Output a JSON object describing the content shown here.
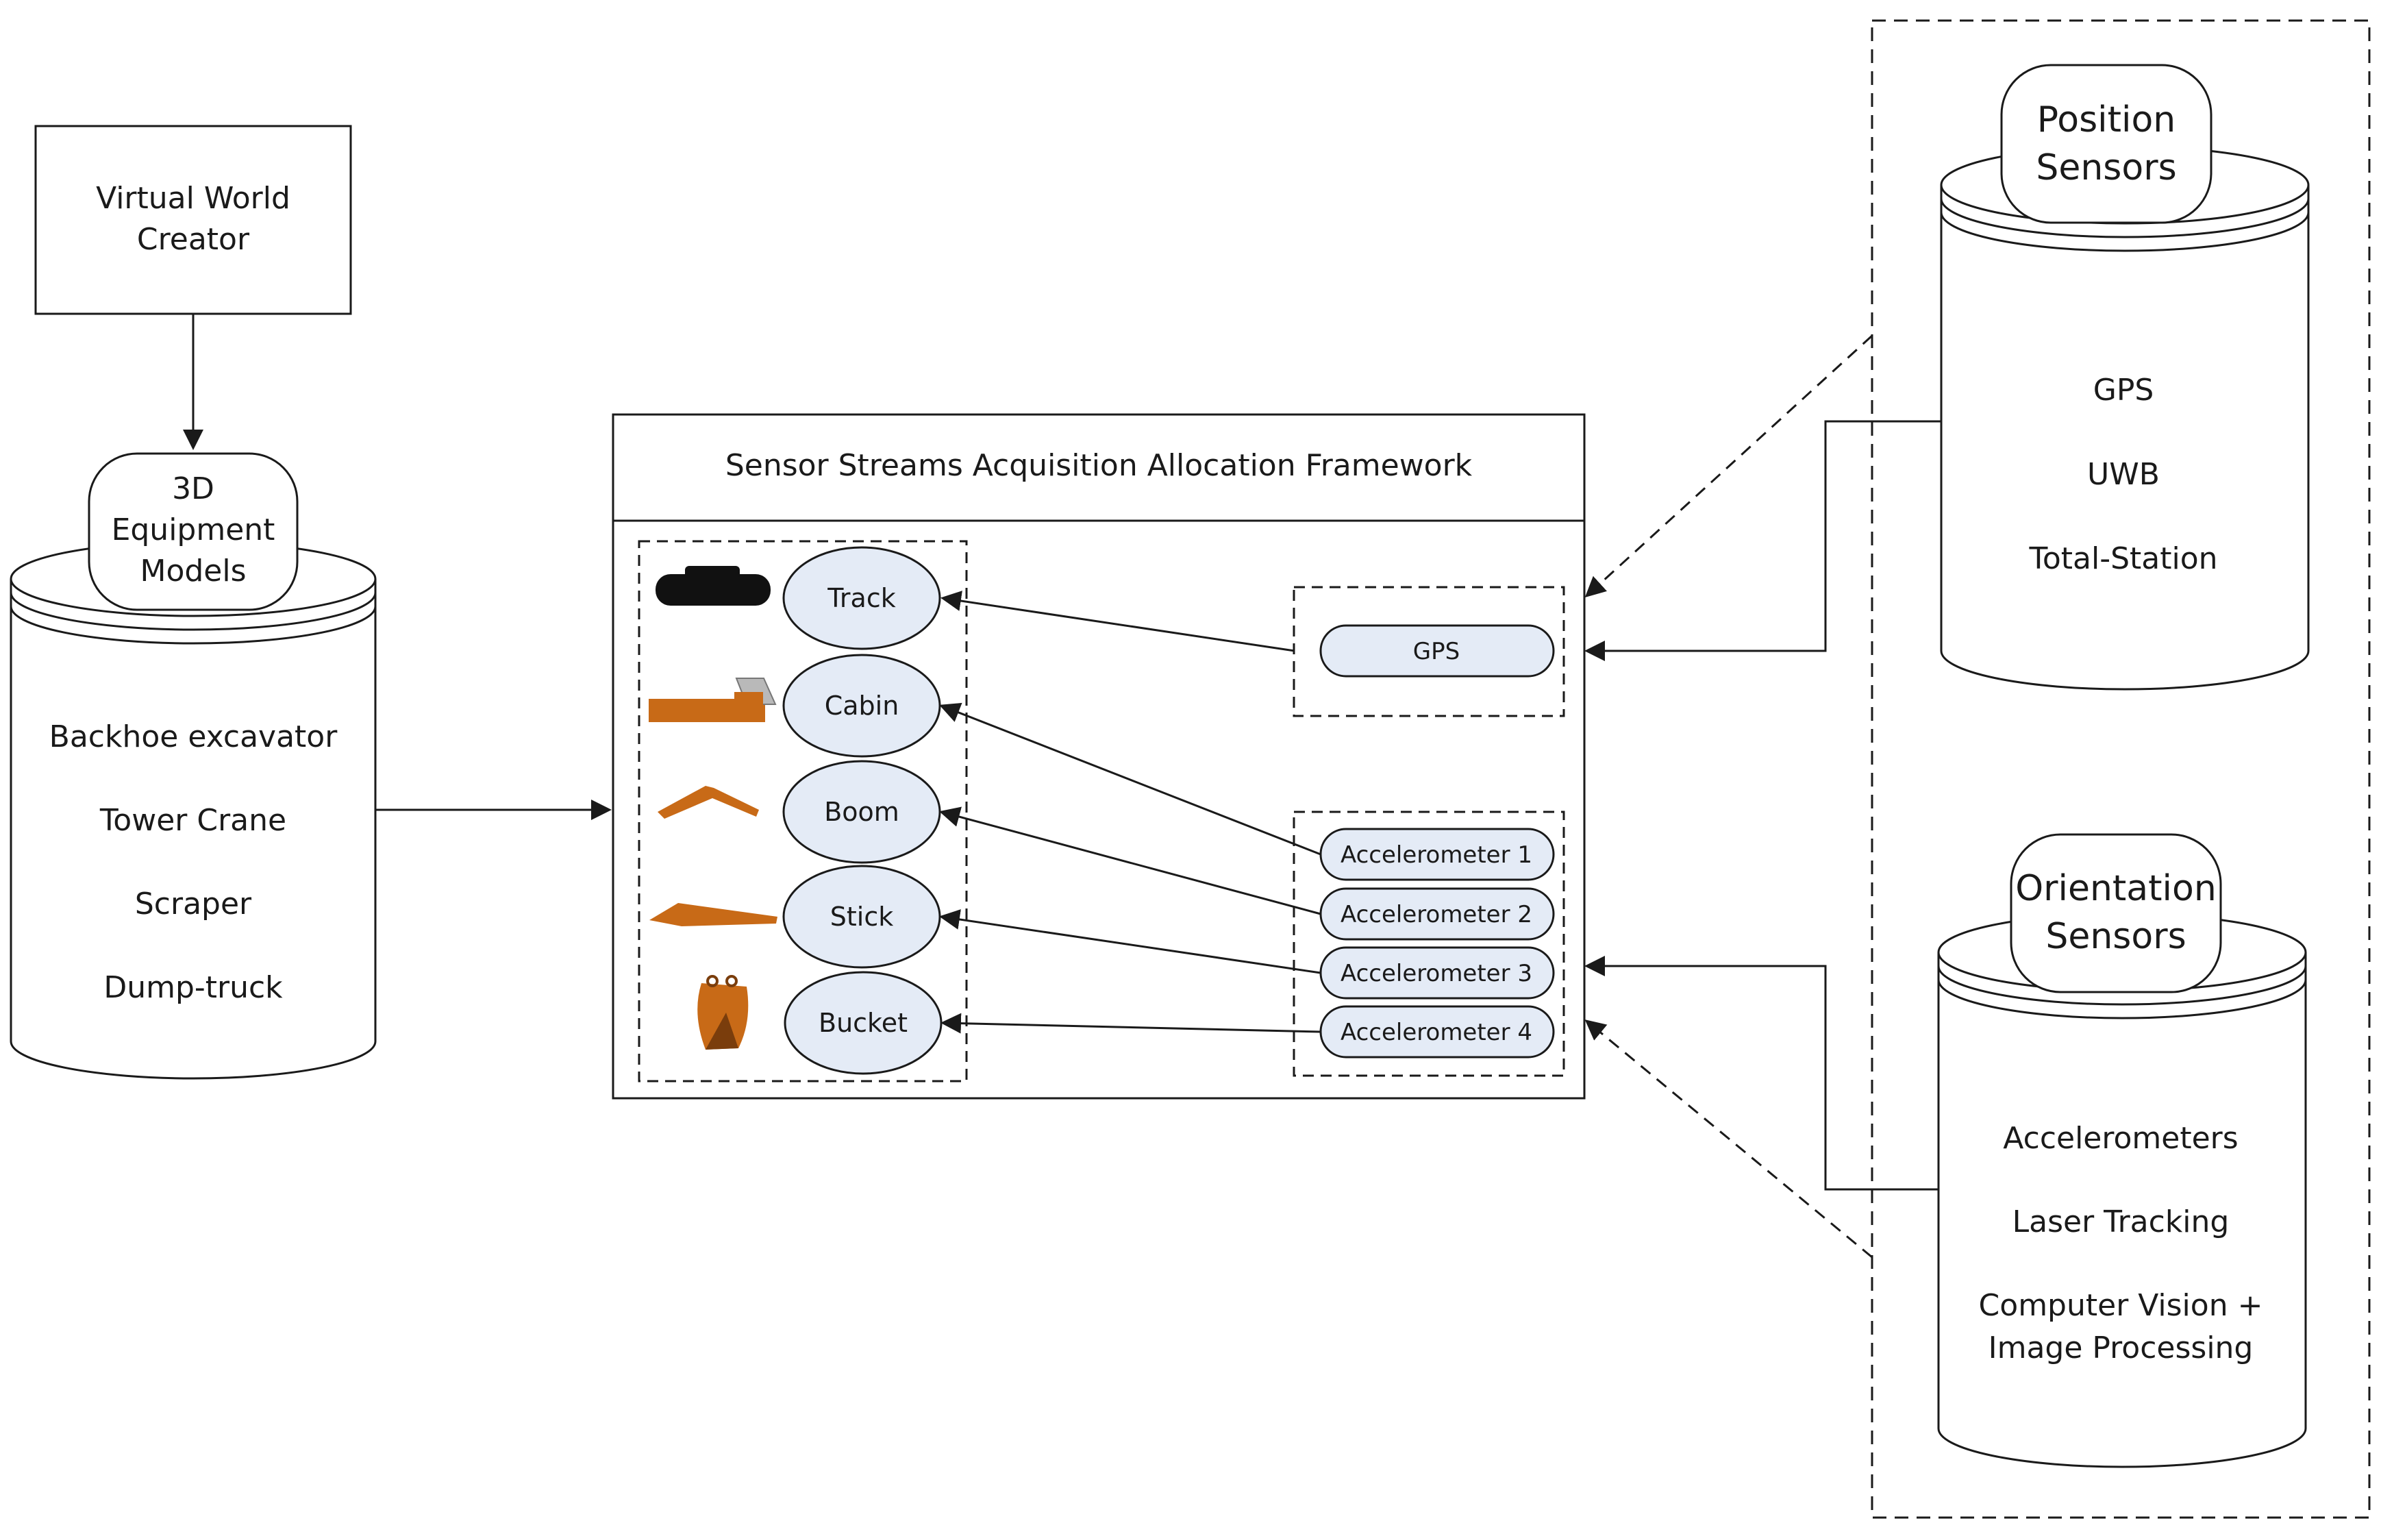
{
  "virtual_world": {
    "line1": "Virtual World",
    "line2": "Creator"
  },
  "equipment_db": {
    "cap": {
      "line1": "3D",
      "line2": "Equipment",
      "line3": "Models"
    },
    "items": [
      "Backhoe excavator",
      "Tower Crane",
      "Scraper",
      "Dump-truck"
    ]
  },
  "framework": {
    "title": "Sensor Streams Acquisition Allocation Framework",
    "parts": [
      "Track",
      "Cabin",
      "Boom",
      "Stick",
      "Bucket"
    ],
    "gps_sensor": "GPS",
    "accelerometers": [
      "Accelerometer 1",
      "Accelerometer 2",
      "Accelerometer 3",
      "Accelerometer 4"
    ]
  },
  "position_db": {
    "cap": {
      "line1": "Position",
      "line2": "Sensors"
    },
    "items": [
      "GPS",
      "UWB",
      "Total-Station"
    ]
  },
  "orientation_db": {
    "cap": {
      "line1": "Orientation",
      "line2": "Sensors"
    },
    "items": [
      "Accelerometers",
      "Laser Tracking",
      "Computer Vision +",
      "Image Processing"
    ]
  },
  "colors": {
    "stroke": "#1a1a1a",
    "node_fill": "#e4ebf6",
    "equipment_orange": "#c86a17",
    "track_black": "#111111"
  },
  "icons": [
    "track-icon",
    "cabin-icon",
    "boom-icon",
    "stick-icon",
    "bucket-icon"
  ]
}
